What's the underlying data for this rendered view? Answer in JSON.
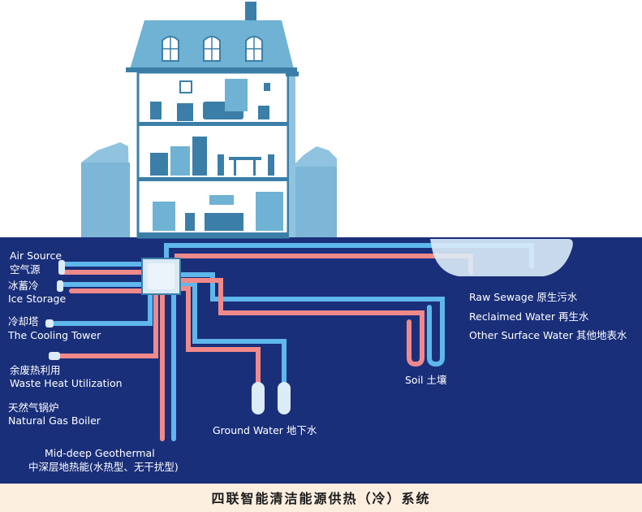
{
  "labels": {
    "air_source_en": "Air Source",
    "air_source_cn": "空气源",
    "ice_storage_cn": "冰蓄冷",
    "ice_storage_en": "Ice Storage",
    "cooling_tower_cn": "冷却塔",
    "cooling_tower_en": "The Cooling Tower",
    "waste_heat_cn": "余废热利用",
    "waste_heat_en": "Waste Heat Utilization",
    "gas_boiler_cn": "天然气锅炉",
    "gas_boiler_en": "Natural Gas Boiler",
    "geothermal_en": "Mid-deep Geothermal",
    "geothermal_cn": "中深层地热能(水热型、无干扰型)",
    "ground_water": "Ground Water 地下水",
    "soil": "Soil 土壤",
    "raw_sewage": "Raw Sewage  原生污水",
    "reclaimed_water": "Reclaimed Water  再生水",
    "other_surface_water": "Other Surface Water  其他地表水"
  },
  "caption": "四联智能清洁能源供热（冷）系统",
  "colors": {
    "underground": "#1a2f7a",
    "sky": "#ffffff",
    "house": "#6fb2d4",
    "house_dark": "#3b7fa8",
    "hot_pipe": "#f08a8a",
    "cold_pipe": "#5fb7ec",
    "caption_bg": "#fcefe0"
  }
}
